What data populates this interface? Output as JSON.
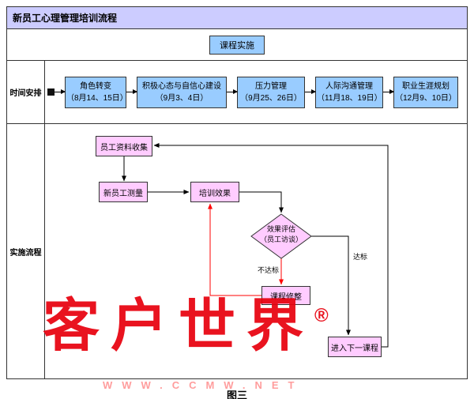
{
  "header": {
    "title": "新员工心理管理培训流程"
  },
  "course_banner": {
    "label": "课程实施"
  },
  "sidebar": {
    "schedule_label": "时间安排",
    "process_label": "实施流程"
  },
  "schedule": {
    "steps": [
      {
        "name": "角色转变",
        "date": "（8月14、15日）"
      },
      {
        "name": "积极心态与自信心建设",
        "date": "（9月3、4日）"
      },
      {
        "name": "压力管理",
        "date": "（9月25、26日）"
      },
      {
        "name": "人际沟通管理",
        "date": "（11月18、19日）"
      },
      {
        "name": "职业生涯规划",
        "date": "（12月9、10日）"
      }
    ]
  },
  "flowchart": {
    "nodes": {
      "collect": "员工资料收集",
      "measure": "新员工测量",
      "effect": "培训效果",
      "evaluate_line1": "效果评估",
      "evaluate_line2": "（员工访谈）",
      "adjust": "课程修整",
      "next_course": "进入下一课程"
    },
    "edge_labels": {
      "fail": "不达标",
      "pass": "达标"
    }
  },
  "watermark": {
    "brand": "客户世界",
    "registered": "®",
    "url": "WWW.CCMW.NET"
  },
  "caption": "图三",
  "colors": {
    "title_bg": "#ccccff",
    "schedule_box_bg": "#99ccff",
    "flow_box_bg": "#ffccff",
    "fail_arrow": "#ff0000",
    "watermark_red": "#e8000d"
  }
}
